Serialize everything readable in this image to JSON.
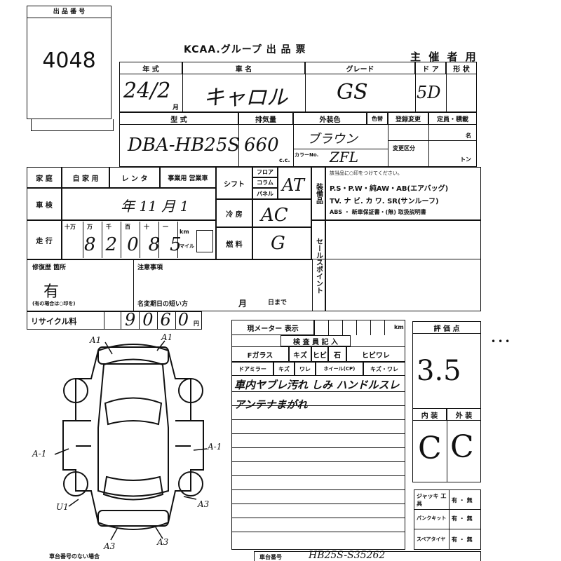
{
  "lot": {
    "header": "出 品 番 号",
    "number": "4048"
  },
  "header": {
    "title": "KCAA.グループ 出 品 票",
    "subtitle": "主 催 者 用"
  },
  "row1": {
    "labels": {
      "year": "年 式",
      "name": "車 名",
      "grade": "グレード",
      "doors": "ド ア",
      "shape": "形 状"
    },
    "values": {
      "year": "24/2",
      "year_unit": "月",
      "name": "キャロル",
      "grade": "GS",
      "doors": "5D"
    }
  },
  "row2": {
    "labels": {
      "model": "型 式",
      "displacement": "排気量",
      "color_ext": "外装色",
      "color_no": "色替",
      "capacity_change": "登録変更",
      "capacity": "定員・積載",
      "capacity_unit_a": "名",
      "capacity_unit_b": "トン",
      "cc": "c.c.",
      "color_code": "カラーNo.",
      "change_section": "変更区分"
    },
    "values": {
      "model": "DBA-HB25S",
      "displacement": "660",
      "color_ext": "ブラウン",
      "color_code": "ZFL"
    }
  },
  "section3": {
    "usage_labels": [
      "家 庭",
      "自 家 用",
      "レ ン タ",
      "事業用 営業車"
    ],
    "inspection_label": "車 検",
    "inspection_value": "年 11 月 1",
    "mileage_label": "走 行",
    "mileage_units": [
      "十万",
      "万",
      "千",
      "百",
      "十",
      "一"
    ],
    "mileage_value": "82085",
    "mileage_unit_km": "km",
    "mileage_unit_mile": "マイル",
    "shift_label": "シフト",
    "shift_options": [
      "フロア",
      "コラム",
      "パネル"
    ],
    "shift_value": "AT",
    "ac_label": "冷 房",
    "ac_value": "AC",
    "fuel_label": "燃 料",
    "fuel_value": "G",
    "equipment_label": "装備品",
    "equipment_note": "該当品に○印をつけてください。",
    "equipment_line1": "P.S・P.W・純AW・AB(エアバッグ)",
    "equipment_line2": "TV. ナ ビ. カ ワ. SR(サンルーフ)",
    "equipment_line3": "ABS ・ 新車保証書・(無) 取扱説明書",
    "salespoint_label": "セールスポイント"
  },
  "section4": {
    "repair_label": "修復歴 箇所",
    "repair_value": "有",
    "repair_note": "(有の場合は○印を)",
    "notes_label": "注意事項",
    "deadline_label": "名変期日の短い方",
    "deadline_month": "月",
    "deadline_day": "日まで",
    "recycle_label": "リサイクル料",
    "recycle_value": "9060",
    "recycle_unit": "円"
  },
  "diagram_marks": [
    "A1",
    "A1",
    "A-1",
    "A-1",
    "U1",
    "A3",
    "A3",
    "A3"
  ],
  "meter": {
    "label": "現メーター 表示",
    "unit": "km"
  },
  "inspector": {
    "label": "検 査 員 記 入",
    "items_row1": [
      "Fガラス",
      "キズ",
      "ヒビ",
      "石",
      "ヒビワレ"
    ],
    "items_row2": [
      "ドアミラー",
      "キズ",
      "ワレ",
      "ホイール(CP)",
      "キズ・ワレ"
    ],
    "comment1": "車内ヤブレ汚れ しみ ハンドルスレ",
    "comment2": "アンテナまがれ"
  },
  "score": {
    "label": "評 価 点",
    "value": "3.5",
    "interior_label": "内 装",
    "exterior_label": "外 装",
    "interior_value": "C",
    "exterior_value": "C"
  },
  "accessories": {
    "jack_label": "ジャッキ 工 具",
    "jack_value": "有 ・ 無",
    "puncture_label": "パンクキット",
    "puncture_value": "有 ・ 無",
    "spare_label": "スペアタイヤ",
    "spare_value": "有 ・ 無"
  },
  "footer": {
    "left": "車台番号のない場合",
    "box_label": "車台番号",
    "box_value": "HB25S-S35262"
  }
}
